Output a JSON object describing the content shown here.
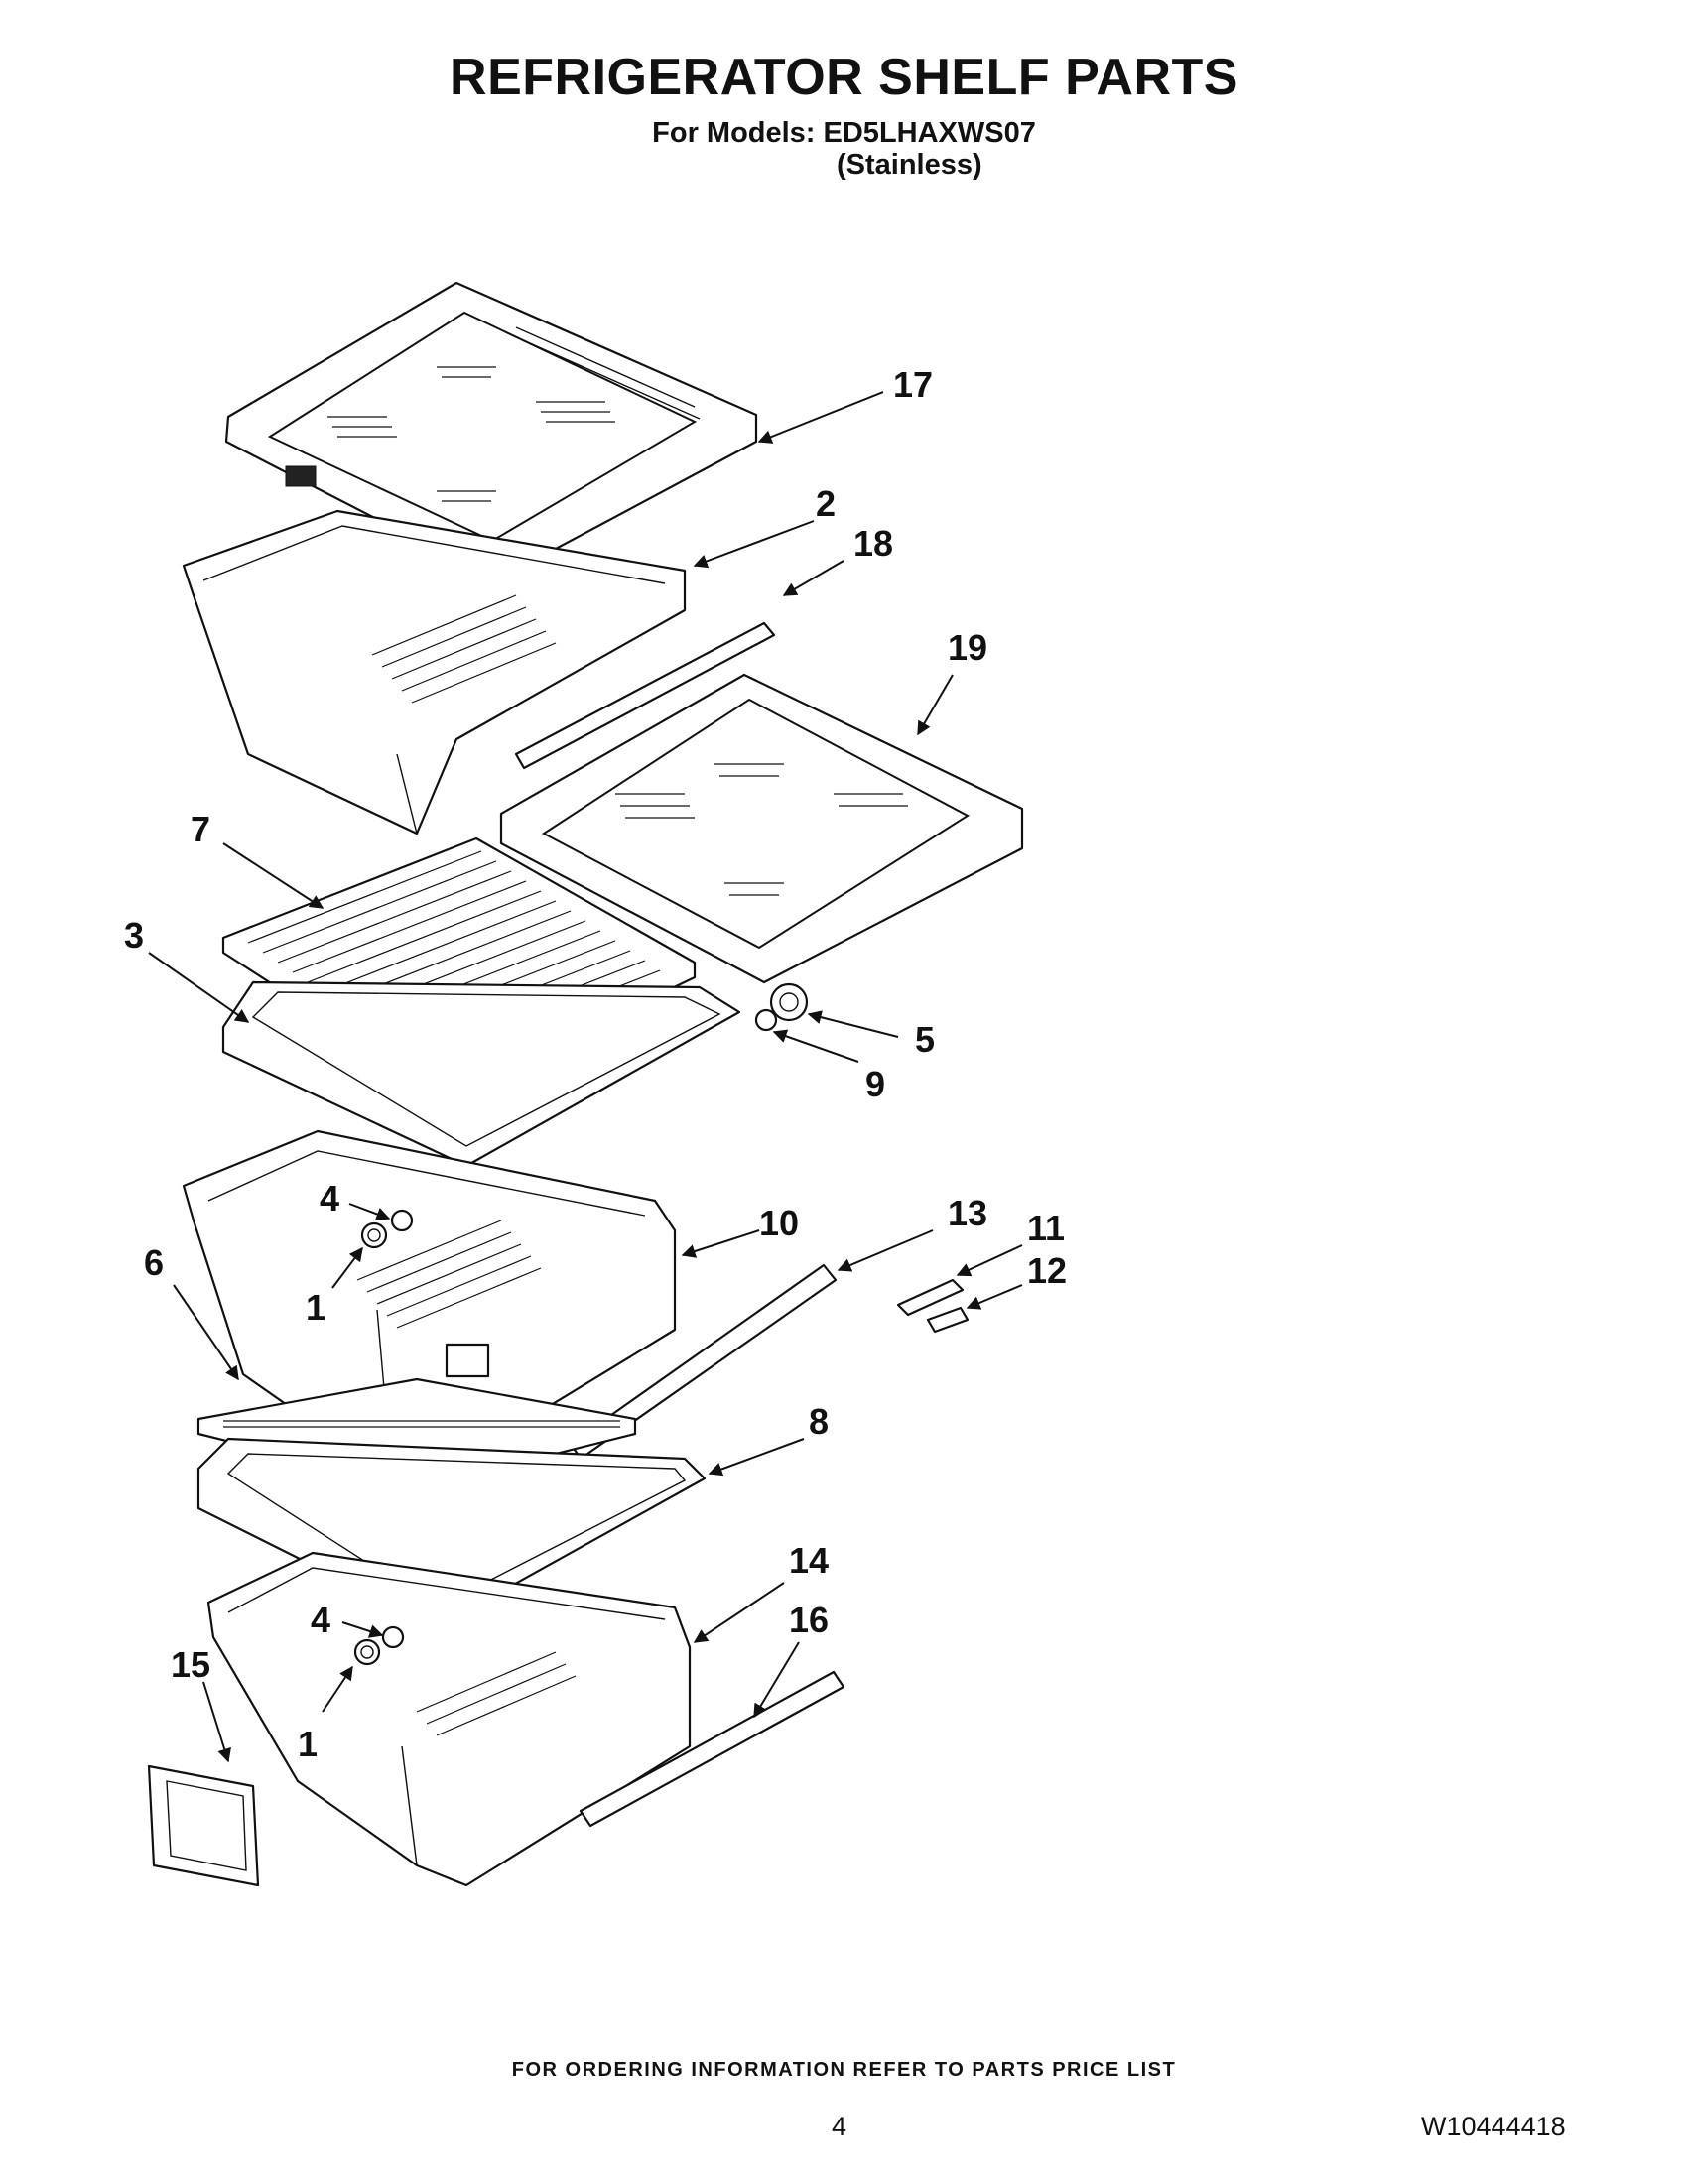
{
  "header": {
    "title": "REFRIGERATOR SHELF PARTS",
    "models_line": "For Models: ED5LHAXWS07",
    "finish_line": "(Stainless)"
  },
  "callouts": [
    "17",
    "2",
    "18",
    "19",
    "7",
    "3",
    "5",
    "9",
    "4",
    "10",
    "13",
    "11",
    "12",
    "6",
    "1",
    "8",
    "14",
    "16",
    "4",
    "15",
    "1"
  ],
  "footer": {
    "ordering_note": "FOR ORDERING INFORMATION REFER TO PARTS PRICE LIST",
    "page_number": "4",
    "document_number": "W10444418"
  }
}
